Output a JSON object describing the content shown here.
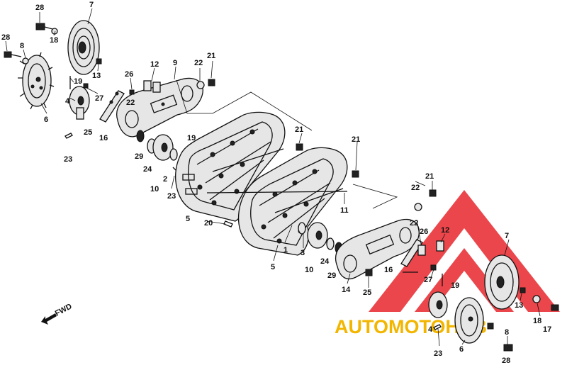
{
  "diagram": {
    "direction_label": "FWD",
    "watermark": {
      "text": "AUTOMOTOHUB",
      "brand_color": "#e8262b",
      "text_color": "#f2b500"
    },
    "callouts": [
      {
        "id": "c28a",
        "text": "28"
      },
      {
        "id": "c7a",
        "text": "7"
      },
      {
        "id": "c18a",
        "text": "18"
      },
      {
        "id": "c28b",
        "text": "28"
      },
      {
        "id": "c8a",
        "text": "8"
      },
      {
        "id": "c19a",
        "text": "19"
      },
      {
        "id": "c13a",
        "text": "13"
      },
      {
        "id": "c4a",
        "text": "4"
      },
      {
        "id": "c27a",
        "text": "27"
      },
      {
        "id": "c6a",
        "text": "6"
      },
      {
        "id": "c25a",
        "text": "25"
      },
      {
        "id": "c23a",
        "text": "23"
      },
      {
        "id": "c26a",
        "text": "26"
      },
      {
        "id": "c22a",
        "text": "22"
      },
      {
        "id": "c12a",
        "text": "12"
      },
      {
        "id": "c9",
        "text": "9"
      },
      {
        "id": "c22b",
        "text": "22"
      },
      {
        "id": "c21a",
        "text": "21"
      },
      {
        "id": "c16a",
        "text": "16"
      },
      {
        "id": "c29a",
        "text": "29"
      },
      {
        "id": "c19b",
        "text": "19"
      },
      {
        "id": "c24a",
        "text": "24"
      },
      {
        "id": "c2",
        "text": "2"
      },
      {
        "id": "c10a",
        "text": "10"
      },
      {
        "id": "c23b",
        "text": "23"
      },
      {
        "id": "c5a",
        "text": "5"
      },
      {
        "id": "c21b",
        "text": "21"
      },
      {
        "id": "c21c",
        "text": "21"
      },
      {
        "id": "c11",
        "text": "11"
      },
      {
        "id": "c20",
        "text": "20"
      },
      {
        "id": "c1",
        "text": "1"
      },
      {
        "id": "c3",
        "text": "3"
      },
      {
        "id": "c10b",
        "text": "10"
      },
      {
        "id": "c24b",
        "text": "24"
      },
      {
        "id": "c29b",
        "text": "29"
      },
      {
        "id": "c5b",
        "text": "5"
      },
      {
        "id": "c14",
        "text": "14"
      },
      {
        "id": "c25b",
        "text": "25"
      },
      {
        "id": "c21d",
        "text": "21"
      },
      {
        "id": "c22c",
        "text": "22"
      },
      {
        "id": "c22d",
        "text": "22"
      },
      {
        "id": "c26b",
        "text": "26"
      },
      {
        "id": "c12b",
        "text": "12"
      },
      {
        "id": "c7b",
        "text": "7"
      },
      {
        "id": "c16b",
        "text": "16"
      },
      {
        "id": "c27b",
        "text": "27"
      },
      {
        "id": "c19c",
        "text": "19"
      },
      {
        "id": "c13b",
        "text": "13"
      },
      {
        "id": "c18b",
        "text": "18"
      },
      {
        "id": "c17",
        "text": "17"
      },
      {
        "id": "c4b",
        "text": "4"
      },
      {
        "id": "c8b",
        "text": "8"
      },
      {
        "id": "c23c",
        "text": "23"
      },
      {
        "id": "c6b",
        "text": "6"
      },
      {
        "id": "c28c",
        "text": "28"
      }
    ]
  }
}
